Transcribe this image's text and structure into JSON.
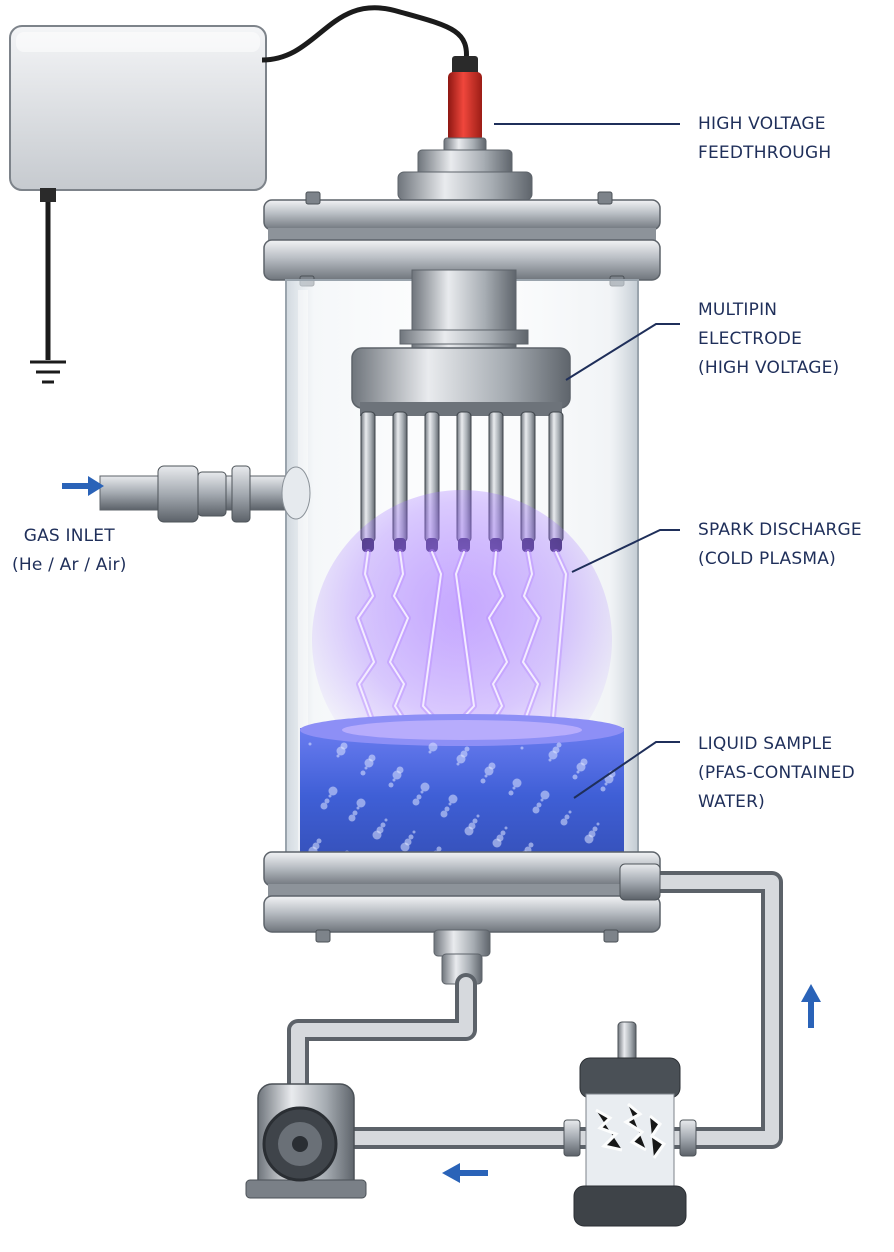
{
  "labels": {
    "feedthrough": {
      "line1": "HIGH VOLTAGE",
      "line2": "FEEDTHROUGH"
    },
    "electrode": {
      "line1": "MULTIPIN",
      "line2": "ELECTRODE",
      "line3": "(HIGH VOLTAGE)"
    },
    "discharge": {
      "line1": "SPARK DISCHARGE",
      "line2": "(COLD PLASMA)"
    },
    "liquid": {
      "line1": "LIQUID SAMPLE",
      "line2": "(PFAS-CONTAINED",
      "line3": "WATER)"
    },
    "gas_inlet": {
      "line1": "GAS INLET",
      "line2": "(He / Ar / Air)"
    }
  },
  "colors": {
    "label_text": "#1f2f5a",
    "leader_line": "#1f2f5a",
    "flow_arrow": "#2a63b8",
    "plasma": "#9b6bff",
    "water": "#3f5fd6",
    "hv_connector": "#d8322a",
    "steel": "#9aa0a6"
  },
  "icons": [
    "power-supply-icon",
    "ground-icon",
    "pump-icon",
    "filter-cartridge-icon"
  ]
}
